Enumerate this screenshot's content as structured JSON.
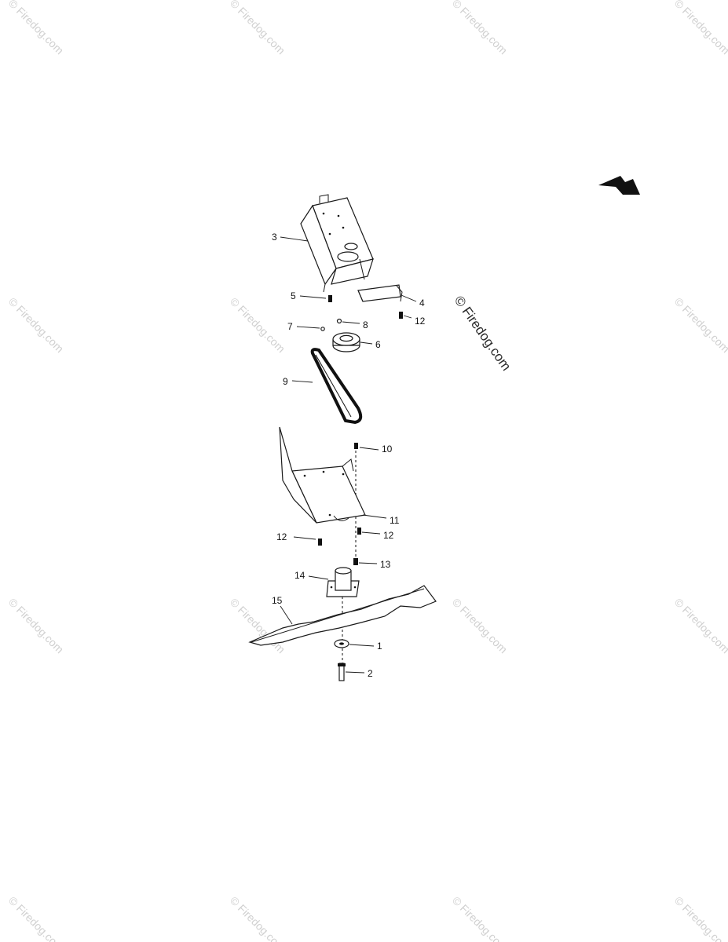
{
  "watermark": {
    "text": "© Firedog.com"
  },
  "callouts": {
    "c1": "1",
    "c2": "2",
    "c3": "3",
    "c4": "4",
    "c5": "5",
    "c6": "6",
    "c7": "7",
    "c8": "8",
    "c9": "9",
    "c10": "10",
    "c11": "11",
    "c12a": "12",
    "c12b": "12",
    "c12c": "12",
    "c13": "13",
    "c14": "14",
    "c15": "15"
  },
  "icons": {
    "front_arrow": "direction-arrow-icon"
  }
}
